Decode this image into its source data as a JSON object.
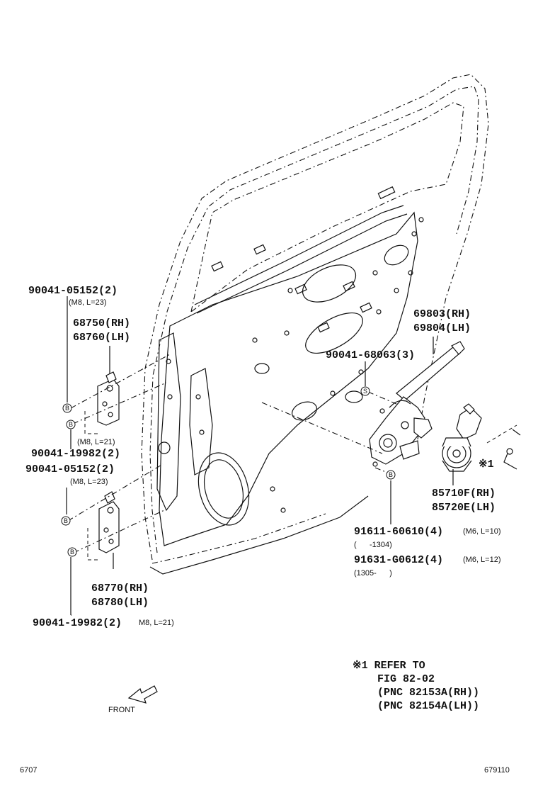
{
  "labels": {
    "bolt_upper_hinge": "90041-05152(2)",
    "bolt_upper_hinge_spec": "(M8, L=23)",
    "hinge_upper_rh": "68750(RH)",
    "hinge_upper_lh": "68760(LH)",
    "screw_upper_spec": "(M8, L=21)",
    "screw_upper": "90041-19982(2)",
    "bolt_lower_hinge": "90041-05152(2)",
    "bolt_lower_hinge_spec": "(M8, L=23)",
    "hinge_lower_rh": "68770(RH)",
    "hinge_lower_lh": "68780(LH)",
    "screw_lower": "90041-19982(2)",
    "screw_lower_spec": "M8, L=21)",
    "regulator_rh": "69803(RH)",
    "regulator_lh": "69804(LH)",
    "bolt_regulator": "90041-68063(3)",
    "motor_rh": "85710F(RH)",
    "motor_lh": "85720E(LH)",
    "bolt_911": "91611-60610(4)",
    "bolt_911_spec": "(M6, L=10)",
    "bolt_911_range": "(      -1304)",
    "bolt_916": "91631-G0612(4)",
    "bolt_916_spec": "(M6, L=12)",
    "bolt_916_range": "(1305-      )",
    "ref_mark": "※1",
    "ref_line1": "※1 REFER TO",
    "ref_line2": "FIG 82-02",
    "ref_line3": "(PNC 82153A(RH))",
    "ref_line4": "(PNC 82154A(LH))",
    "front": "FRONT",
    "code_left": "6707",
    "code_right": "679110",
    "marker_b": "B",
    "marker_s": "S"
  }
}
